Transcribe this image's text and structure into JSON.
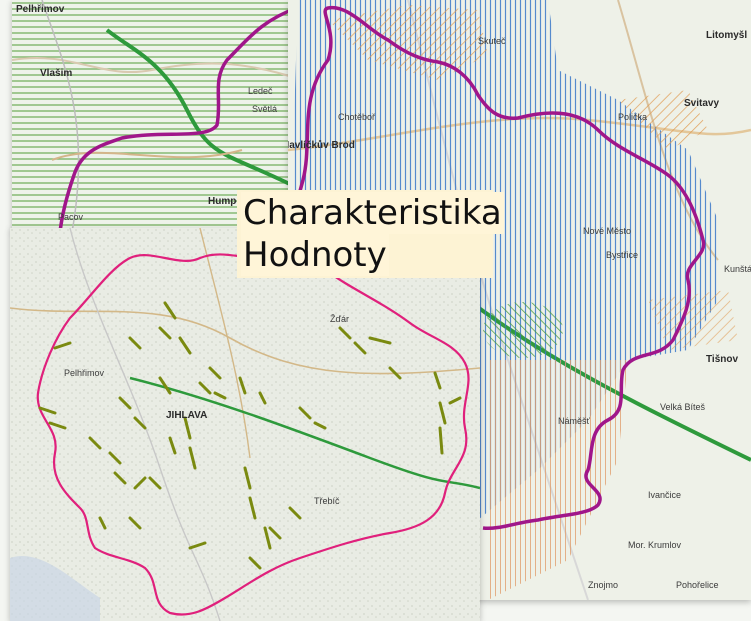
{
  "title": {
    "line1": "Charakteristika",
    "line2": "Hodnoty"
  },
  "colors": {
    "region_border": "#a0168a",
    "region_border_inset": "#e0207c",
    "hatch_blue": "#3a78c8",
    "hatch_green": "#5aa040",
    "hatch_orange": "#e0a060",
    "forest_line": "#7a8a10",
    "highway": "#2e9a3c"
  },
  "places": {
    "pelhrimov": "Pelhřimov",
    "vlasim": "Vlašim",
    "ledec": "Ledeč",
    "svetla": "Světlá",
    "havlickuv_brod": "Havlíčkův Brod",
    "humpolec": "Humpolec",
    "pacov": "Pacov",
    "chotebor": "Chotěboř",
    "skutec": "Skuteč",
    "litomysl": "Litomyšl",
    "svitavy": "Svitavy",
    "policka": "Polička",
    "nove_mesto": "Nové Město",
    "bystrice": "Bystřice",
    "kunstat": "Kunštát",
    "tisnov": "Tišnov",
    "velka_bites": "Velká Bíteš",
    "namest": "Náměšť",
    "ivancice": "Ivančice",
    "moravsky_krumlov": "Mor. Krumlov",
    "pohorelice": "Pohořelice",
    "znojmo": "Znojmo",
    "jihlava": "JIHLAVA",
    "pelhrimov_inset": "Pelhřimov",
    "trebic": "Třebíč",
    "zdar": "Žďár"
  }
}
